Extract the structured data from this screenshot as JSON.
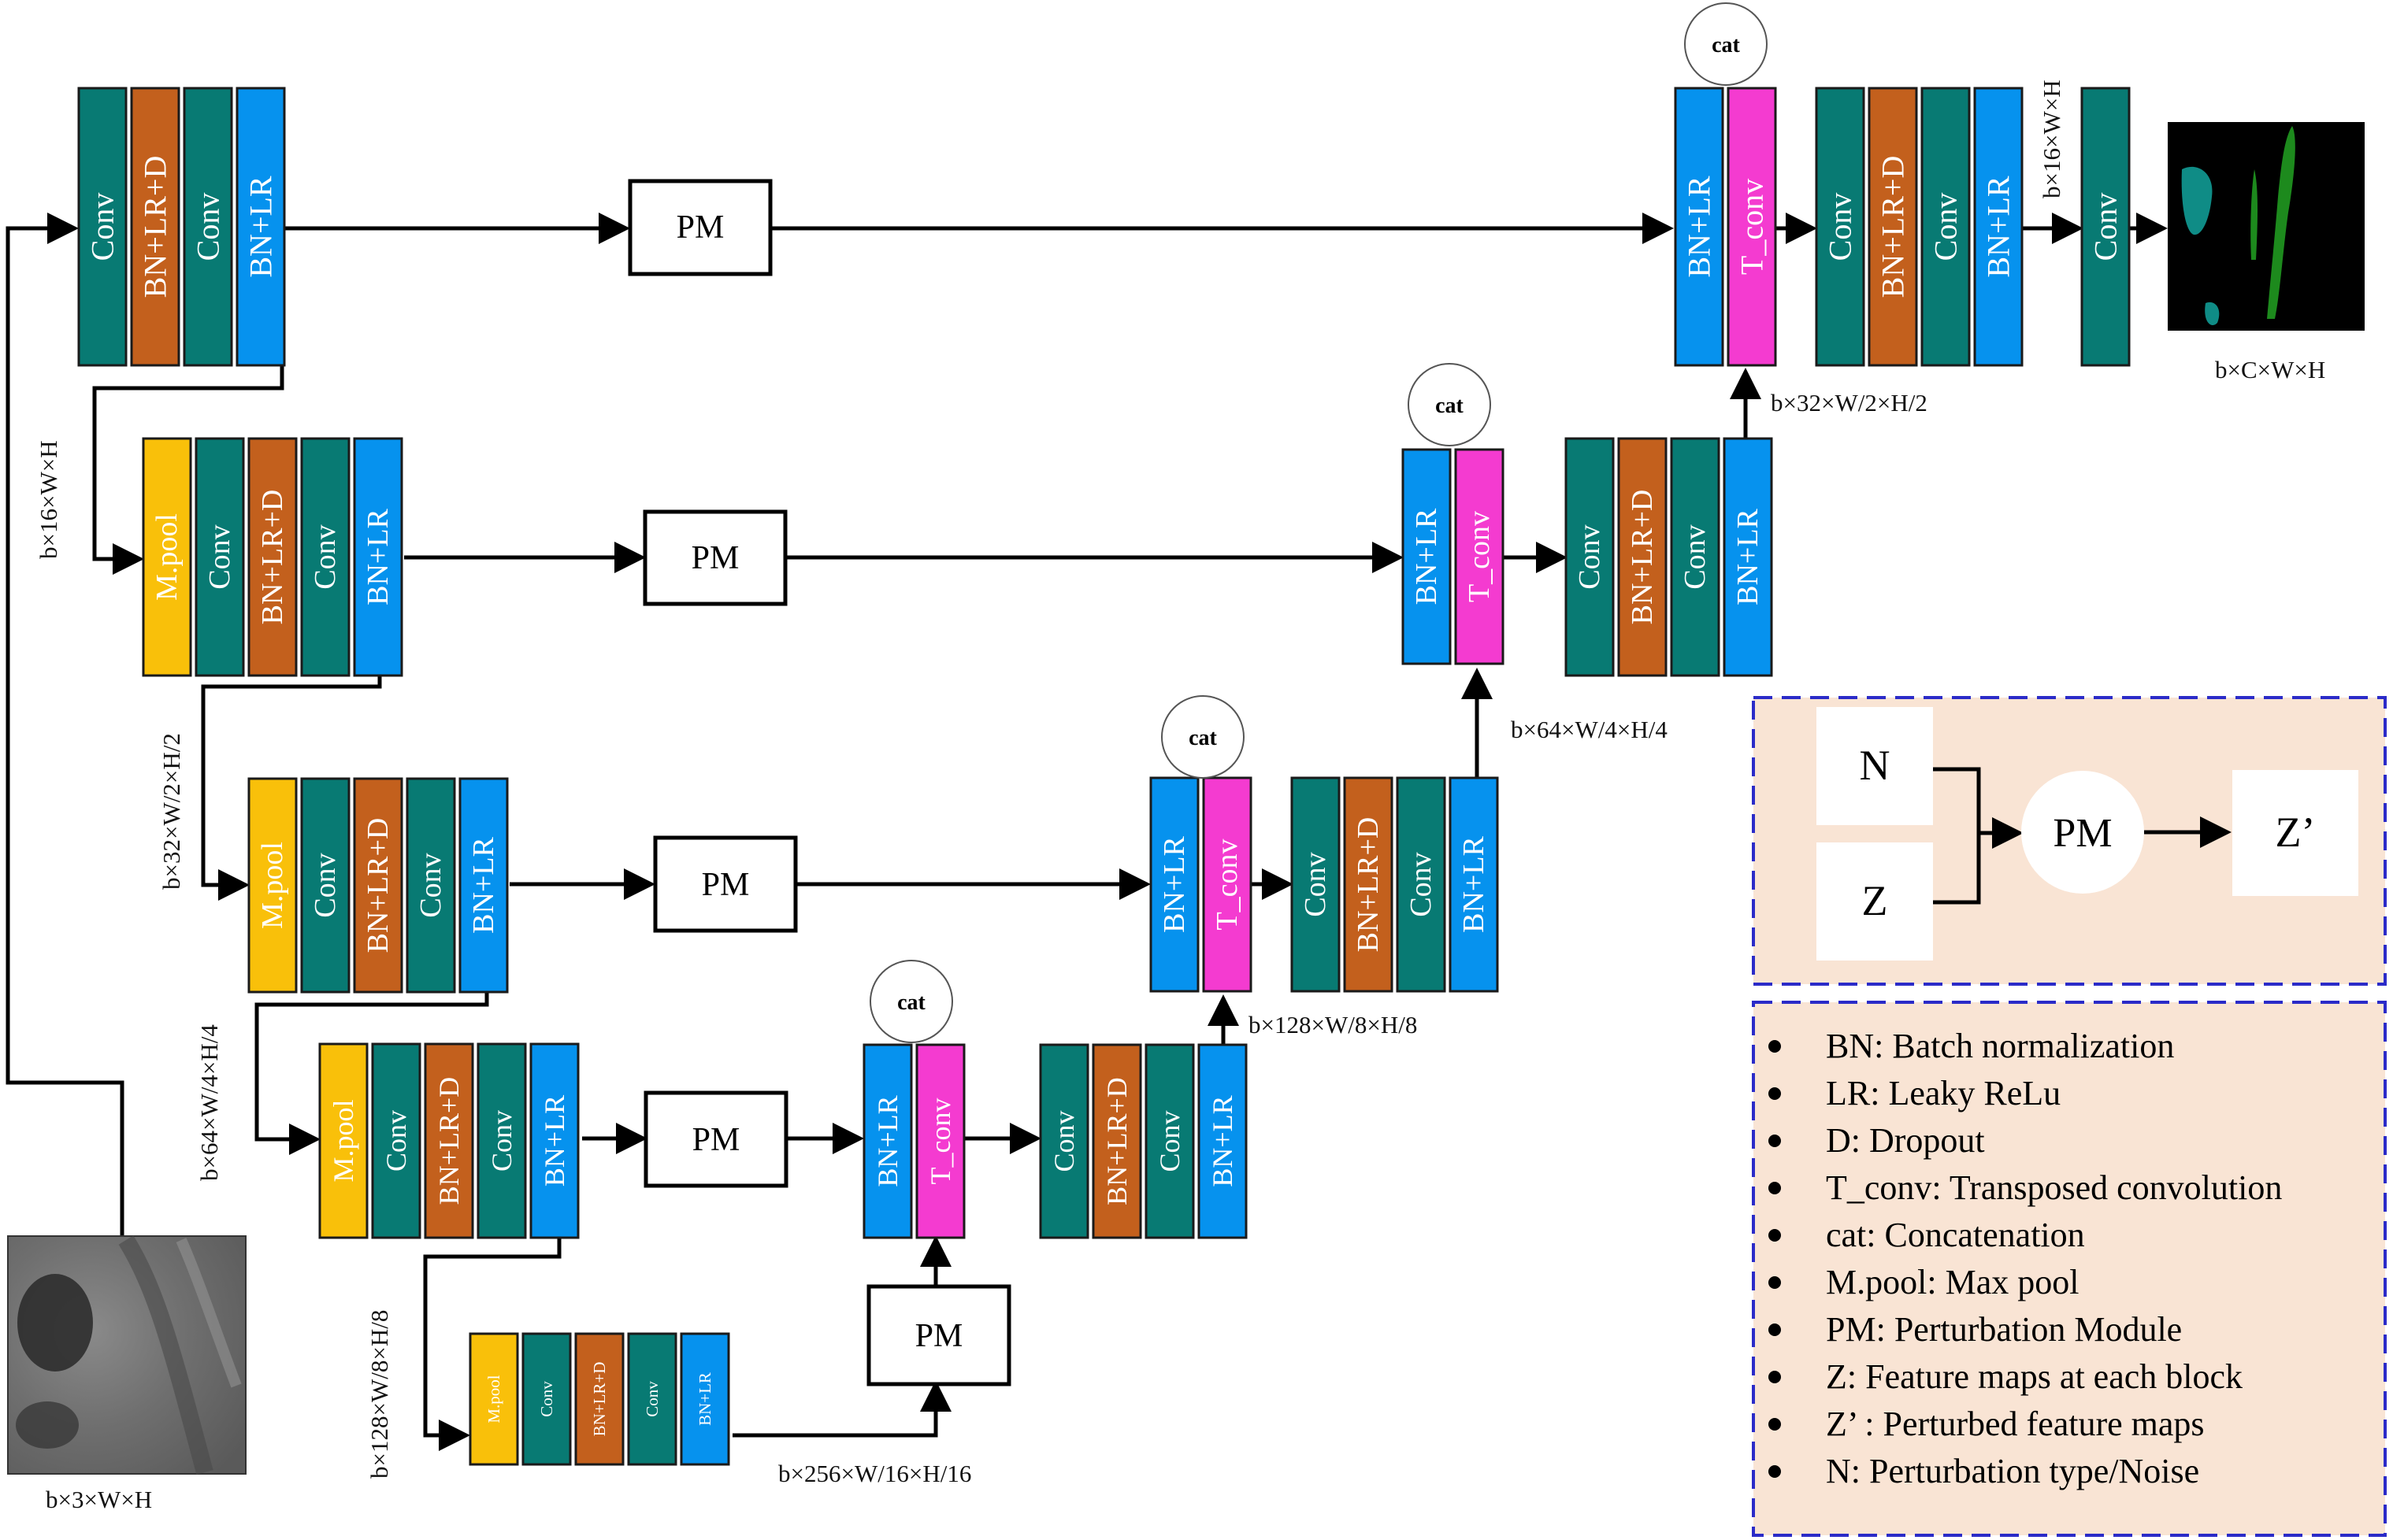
{
  "colors": {
    "conv": "#087a73",
    "bn_lr_d": "#c3601d",
    "bn_lr": "#0692ee",
    "mpool": "#f9c00a",
    "t_conv": "#f43bd0",
    "legend_bg": "#f9e4d4",
    "legend_border": "#2b2bc8"
  },
  "labels": {
    "conv": "Conv",
    "bn_lr_d": "BN+LR+D",
    "bn_lr": "BN+LR",
    "mpool": "M.pool",
    "t_conv": "T_conv",
    "pm": "PM",
    "cat": "cat"
  },
  "dims": {
    "input": "b×3×W×H",
    "enc1": "b×16×W×H",
    "enc2": "b×32×W/2×H/2",
    "enc3": "b×64×W/4×H/4",
    "enc4": "b×128×W/8×H/8",
    "bottleneck": "b×256×W/16×H/16",
    "dec1": "b×128×W/8×H/8",
    "dec2": "b×64×W/4×H/4",
    "dec3": "b×32×W/2×H/2",
    "dec4": "b×16×W×H",
    "output": "b×C×W×H"
  },
  "pm_diagram": {
    "n": "N",
    "z": "Z",
    "pm": "PM",
    "z_out": "Z’"
  },
  "legend": [
    "BN: Batch normalization",
    "LR: Leaky ReLu",
    "D: Dropout",
    "T_conv: Transposed convolution",
    "cat: Concatenation",
    "M.pool: Max pool",
    "PM: Perturbation Module",
    "Z: Feature maps at each block",
    "Z’ : Perturbed feature maps",
    "N: Perturbation type/Noise"
  ]
}
